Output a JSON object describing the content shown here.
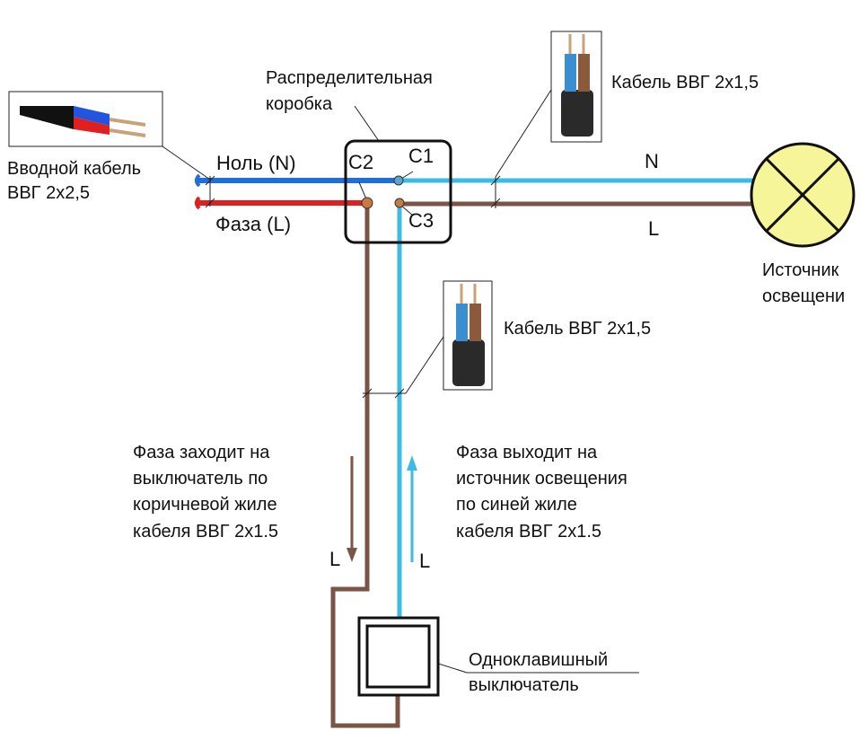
{
  "labels": {
    "junction_box": [
      "Распределительная",
      "коробка"
    ],
    "input_cable": [
      "Вводной кабель",
      "ВВГ 2х2,5"
    ],
    "neutral": "Ноль (N)",
    "phase": "Фаза (L)",
    "c1": "С1",
    "c2": "С2",
    "c3": "С3",
    "cable_top": "Кабель ВВГ 2х1,5",
    "cable_mid": "Кабель ВВГ 2х1,5",
    "n_right": "N",
    "l_right": "L",
    "lamp": [
      "Источник",
      "освещени"
    ],
    "phase_in": [
      "Фаза заходит на",
      "выключатель по",
      "коричневой жиле",
      "кабеля ВВГ 2х1.5"
    ],
    "phase_out": [
      "Фаза выходит на",
      "источник освещения",
      "по синей жиле",
      "кабеля ВВГ 2х1.5"
    ],
    "arrow_down_label": "L",
    "arrow_up_label": "L",
    "switch": [
      "Одноклавишный",
      "выключатель"
    ]
  },
  "colors": {
    "neutral_in": "#1f6fd6",
    "phase_in": "#e02020",
    "cyan_wire": "#3bbbe6",
    "brown_wire": "#7a5545",
    "lamp_fill": "#f6f59a",
    "terminal": "#c87a40"
  }
}
